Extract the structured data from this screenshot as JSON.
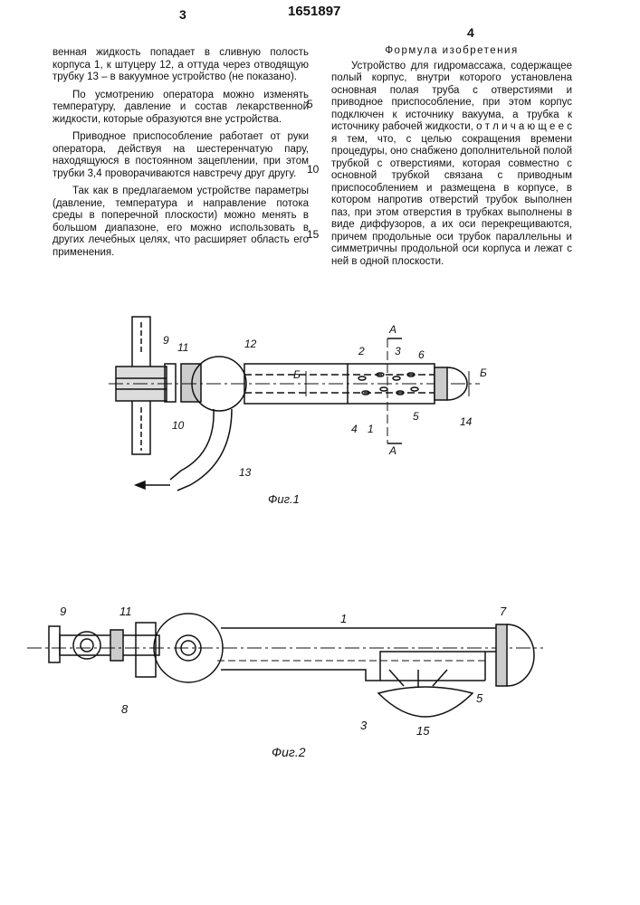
{
  "header": {
    "page_left": "3",
    "patent_number": "1651897",
    "page_right": "4"
  },
  "left_column": {
    "paragraphs": [
      "венная жидкость попадает в сливную полость корпуса 1, к штуцеру 12, а оттуда через отводящую трубку 13 – в вакуумное устройство (не показано).",
      "По усмотрению оператора можно изменять температуру, давление и состав лекарственной жидкости, которые образуются вне устройства.",
      "Приводное приспособление работает от руки оператора, действуя на шестеренчатую пару, находящуюся в постоянном зацеплении, при этом трубки 3,4 проворачиваются навстречу друг другу.",
      "Так как в предлагаемом устройстве параметры (давление, температура и направление потока среды в поперечной плоскости) можно менять в большом диапазоне, его можно использовать в других лечебных целях, что расширяет область его применения."
    ]
  },
  "line_numbers": [
    "5",
    "10",
    "15"
  ],
  "right_column": {
    "title": "Формула изобретения",
    "claim": "Устройство для гидромассажа, содержащее полый корпус, внутри которого установлена основная полая труба с отверстиями и приводное приспособление, при этом корпус подключен к источнику вакуума, а трубка к источнику рабочей жидкости, о т л и ч а ю щ е е с я тем, что, с целью сокращения времени процедуры, оно снабжено дополнительной полой трубкой с отверстиями, которая совместно с основной трубкой связана с приводным приспособлением и размещена в корпусе, в котором напротив отверстий трубок выполнен паз, при этом отверстия в трубках выполнены в виде диффузоров, а их оси перекрещиваются, причем продольные оси трубок параллельны и симметричны продольной оси корпуса и лежат с ней в одной плоскости."
  },
  "figure1": {
    "caption": "Фиг.1",
    "labels": {
      "n9": "9",
      "n11": "11",
      "n12": "12",
      "n10": "10",
      "n13": "13",
      "n2": "2",
      "n3": "3",
      "n6": "6",
      "n4": "4",
      "n1": "1",
      "n5": "5",
      "n14": "14",
      "a_top": "А",
      "a_bot": "А",
      "b_left": "Б",
      "b_right": "Б"
    }
  },
  "figure2": {
    "caption": "Фиг.2",
    "labels": {
      "n9": "9",
      "n11": "11",
      "n1": "1",
      "n7": "7",
      "n8": "8",
      "n3": "3",
      "n5": "5",
      "n15": "15"
    }
  }
}
